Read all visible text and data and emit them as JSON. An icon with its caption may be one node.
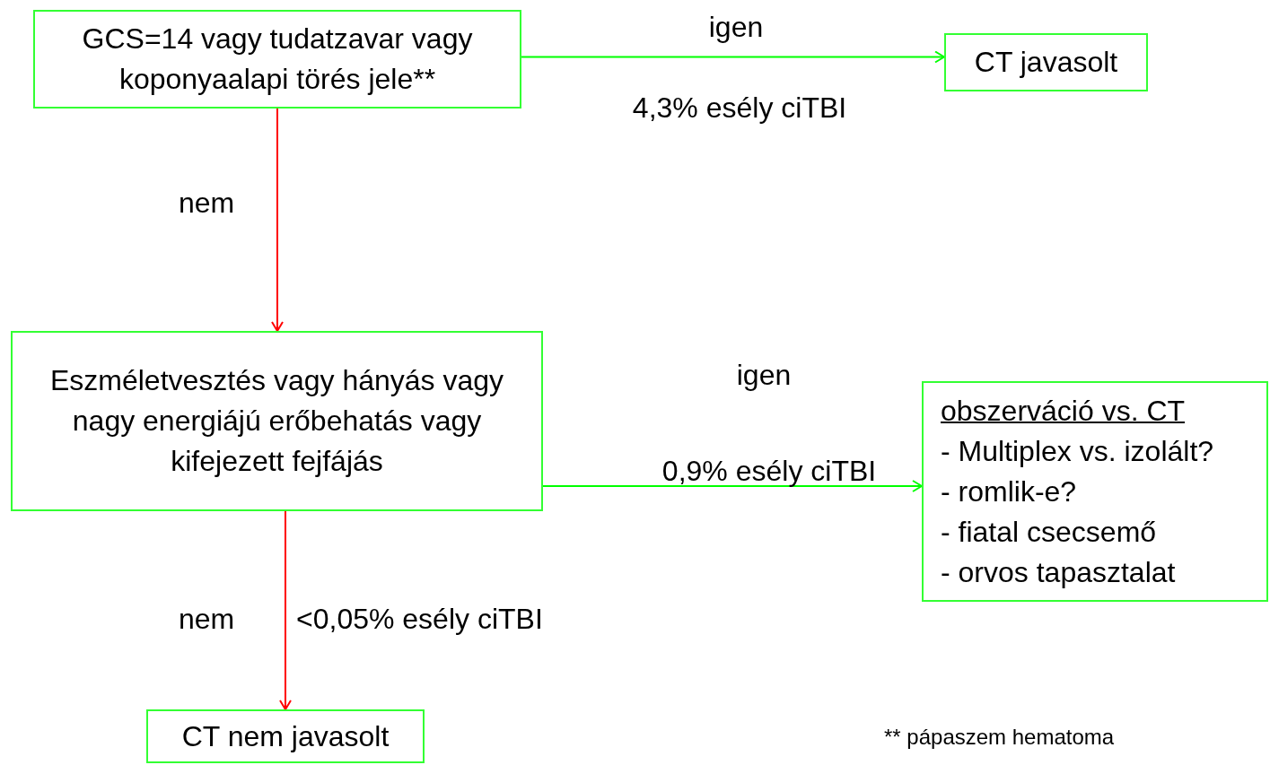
{
  "diagram": {
    "nodes": [
      {
        "text": [
          "GCS=14 vagy tudatzavar vagy koponyaalapi törés jele**"
        ]
      },
      {
        "text": [
          "CT javasolt"
        ]
      },
      {
        "text": [
          "Eszméletvesztés vagy hányás vagy nagy energiájú erőbehatás vagy kifejezett fejfájás"
        ]
      },
      {
        "text": [
          "obszerváció vs. CT",
          "- Multiplex vs. izolált?",
          "- romlik-e?",
          "- fiatal csecsemő",
          "- orvos tapasztalat"
        ]
      },
      {
        "text": [
          "CT nem javasolt"
        ]
      }
    ],
    "edges": [
      {
        "from": 0,
        "to": 1,
        "arrow": "to",
        "label": "igen",
        "color": "#00ff00"
      },
      {
        "from": 0,
        "to": 2,
        "arrow": "to",
        "label": "nem",
        "color": "#ff0000"
      },
      {
        "from": 2,
        "to": 3,
        "arrow": "to",
        "label": "igen",
        "color": "#00ff00"
      },
      {
        "from": 2,
        "to": 4,
        "arrow": "to",
        "label": "nem",
        "color": "#ff0000"
      }
    ],
    "labels": [
      "4,3% esély ciTBI",
      "0,9% esély ciTBI",
      "<0,05% esély ciTBI",
      "** pápaszem hematoma"
    ]
  }
}
